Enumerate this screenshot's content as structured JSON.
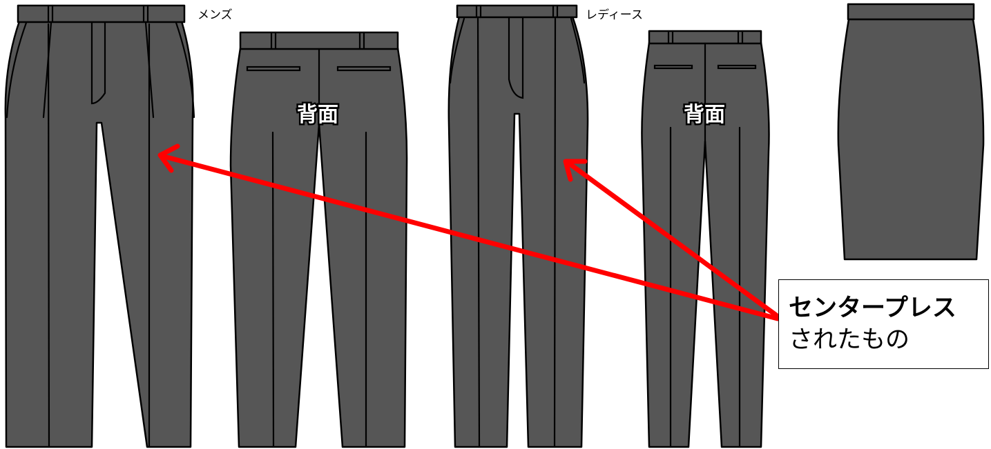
{
  "labels": {
    "mens": "メンズ",
    "ladies": "レディース",
    "back_mens": "背面",
    "back_ladies": "背面"
  },
  "callout": {
    "line1": "センタープレス",
    "line2": "されたもの"
  },
  "colors": {
    "fabric": "#565656",
    "outline": "#000000",
    "arrow": "#ff0000",
    "background": "#ffffff"
  }
}
